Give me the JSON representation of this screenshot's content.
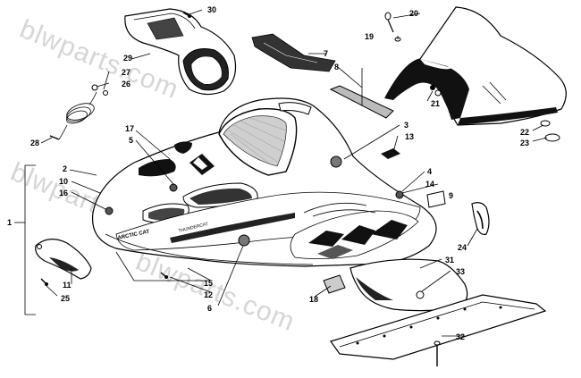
{
  "watermark": {
    "text_top": "blwparts.com",
    "text_mid": "blwparts.com",
    "text_bot": "blwparts.com"
  },
  "decals": {
    "side_brand": "ARCTIC CAT",
    "side_stripe": "THUNDERCAT"
  },
  "callouts": [
    {
      "id": "c1",
      "label": "1"
    },
    {
      "id": "c2",
      "label": "2"
    },
    {
      "id": "c3",
      "label": "3"
    },
    {
      "id": "c4",
      "label": "4"
    },
    {
      "id": "c5",
      "label": "5"
    },
    {
      "id": "c6",
      "label": "6"
    },
    {
      "id": "c7",
      "label": "7"
    },
    {
      "id": "c8",
      "label": "8"
    },
    {
      "id": "c9",
      "label": "9"
    },
    {
      "id": "c10",
      "label": "10"
    },
    {
      "id": "c11",
      "label": "11"
    },
    {
      "id": "c12",
      "label": "12"
    },
    {
      "id": "c13",
      "label": "13"
    },
    {
      "id": "c14",
      "label": "14"
    },
    {
      "id": "c15",
      "label": "15"
    },
    {
      "id": "c16",
      "label": "16"
    },
    {
      "id": "c17",
      "label": "17"
    },
    {
      "id": "c18",
      "label": "18"
    },
    {
      "id": "c19",
      "label": "19"
    },
    {
      "id": "c20",
      "label": "20"
    },
    {
      "id": "c21",
      "label": "21"
    },
    {
      "id": "c22",
      "label": "22"
    },
    {
      "id": "c23",
      "label": "23"
    },
    {
      "id": "c24",
      "label": "24"
    },
    {
      "id": "c25",
      "label": "25"
    },
    {
      "id": "c26",
      "label": "26"
    },
    {
      "id": "c27",
      "label": "27"
    },
    {
      "id": "c28",
      "label": "28"
    },
    {
      "id": "c29",
      "label": "29"
    },
    {
      "id": "c30",
      "label": "30"
    },
    {
      "id": "c31",
      "label": "31"
    },
    {
      "id": "c32",
      "label": "32"
    },
    {
      "id": "c33",
      "label": "33"
    }
  ]
}
